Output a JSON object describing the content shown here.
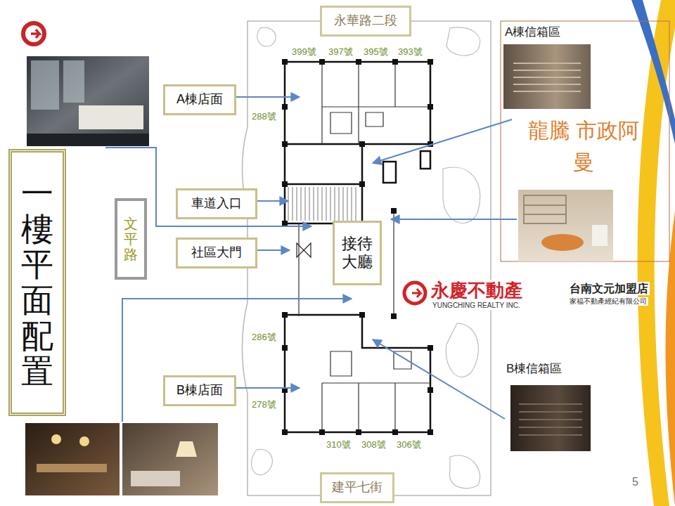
{
  "diagram": {
    "nodes": [
      {
        "text": [
          "一樓平面配置"
        ]
      },
      {
        "text": [
          "永華路二段"
        ]
      },
      {
        "text": [
          "A棟店面"
        ]
      },
      {
        "text": [
          "文平路"
        ]
      },
      {
        "text": [
          "車道入口"
        ]
      },
      {
        "text": [
          "社區大門"
        ]
      },
      {
        "text": [
          "接待大廳"
        ]
      },
      {
        "text": [
          "B棟店面"
        ]
      },
      {
        "text": [
          "建平七街"
        ]
      }
    ],
    "labels": [
      "399號",
      "397號",
      "395號",
      "393號",
      "288號",
      "286號",
      "278號",
      "310號",
      "308號",
      "306號",
      "A棟信箱區",
      "龍騰 市政阿曼",
      "B棟信箱區",
      "永慶不動產",
      "YUNGCHING REALTY INC.",
      "台南文元加盟店",
      "家福不動產經紀有限公司",
      "5"
    ]
  }
}
